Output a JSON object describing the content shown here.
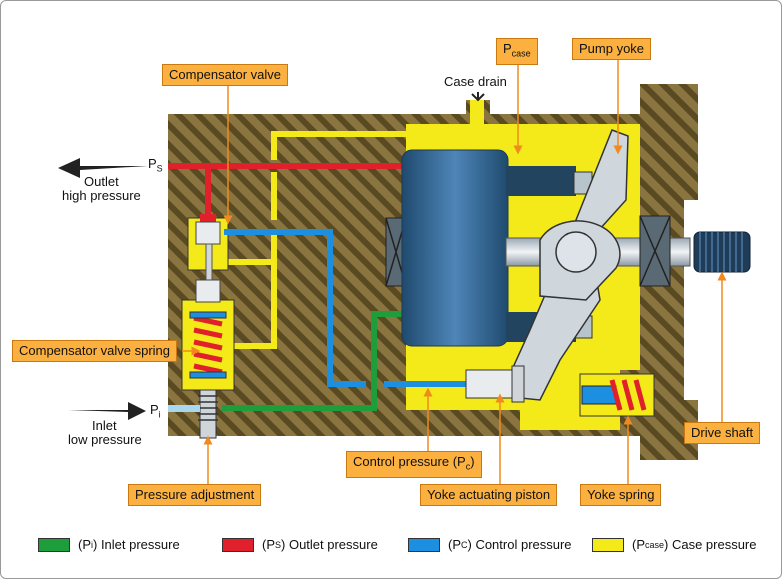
{
  "labels": {
    "compensator_valve": "Compensator valve",
    "compensator_valve_spring": "Compensator valve spring",
    "pressure_adjustment": "Pressure adjustment",
    "control_pressure": "Control pressure (P",
    "control_pressure_sub": "c",
    "control_pressure_close": ")",
    "yoke_actuating_piston": "Yoke actuating piston",
    "yoke_spring": "Yoke spring",
    "drive_shaft": "Drive shaft",
    "pump_yoke": "Pump yoke",
    "p_case": "P",
    "p_case_sub": "case"
  },
  "text": {
    "case_drain": "Case drain",
    "ps": "P",
    "ps_sub": "S",
    "outlet": "Outlet",
    "outlet_hp": "high pressure",
    "pi": "P",
    "pi_sub": "i",
    "inlet": "Inlet",
    "inlet_lp": "low pressure"
  },
  "legend": [
    {
      "pre": "(P",
      "sub": "i",
      "post": ") Inlet pressure",
      "color": "#1e9e3a"
    },
    {
      "pre": "(P",
      "sub": "S",
      "post": ") Outlet pressure",
      "color": "#e0202a"
    },
    {
      "pre": "(P",
      "sub": "C",
      "post": ") Control pressure",
      "color": "#1c8fe0"
    },
    {
      "pre": "(P",
      "sub": "case",
      "post": ") Case pressure",
      "color": "#f4ea1a"
    }
  ],
  "colors": {
    "inlet": "#1e9e3a",
    "outlet": "#e0202a",
    "control": "#1c8fe0",
    "case": "#f4ea1a",
    "callout": "#fbb040",
    "housing": "#6b5a2e"
  }
}
